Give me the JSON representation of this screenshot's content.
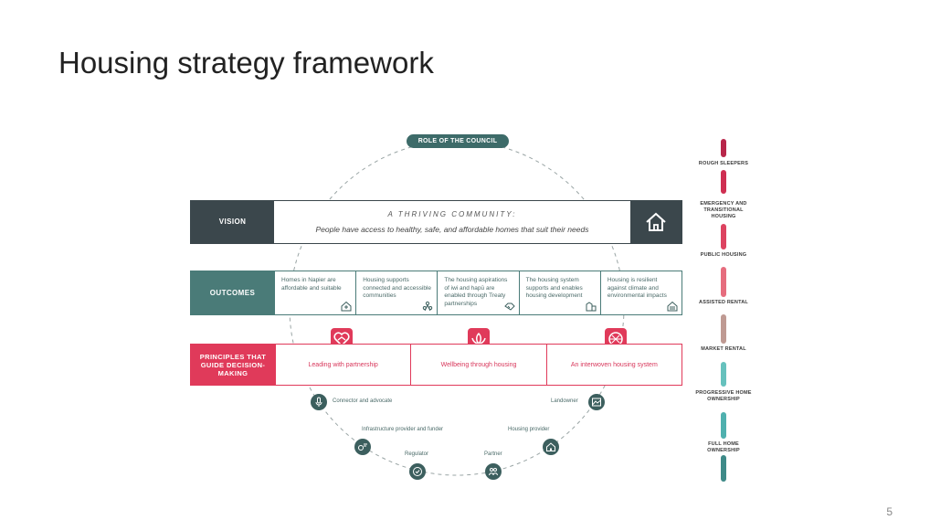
{
  "page": {
    "title": "Housing strategy framework",
    "page_number": "5"
  },
  "role_pill": "ROLE OF THE COUNCIL",
  "vision": {
    "label": "VISION",
    "heading": "A THRIVING COMMUNITY:",
    "statement": "People have access to healthy, safe, and affordable homes that suit their needs",
    "icon": "house-icon"
  },
  "outcomes": {
    "label": "OUTCOMES",
    "items": [
      {
        "text": "Homes in Napier are affordable and suitable",
        "icon": "house-plus-icon"
      },
      {
        "text": "Housing supports connected and accessible communities",
        "icon": "people-icon"
      },
      {
        "text": "The housing aspirations of iwi and hapū are enabled through Treaty partnerships",
        "icon": "handshake-icon"
      },
      {
        "text": "The housing system supports and enables housing development",
        "icon": "buildings-icon"
      },
      {
        "text": "Housing is resilient against climate and environmental impacts",
        "icon": "resilient-house-icon"
      }
    ]
  },
  "principles": {
    "label": "PRINCIPLES THAT GUIDE DECISION-MAKING",
    "items": [
      {
        "text": "Leading with partnership",
        "icon": "heart-hands-icon"
      },
      {
        "text": "Wellbeing through housing",
        "icon": "lotus-icon"
      },
      {
        "text": "An interwoven housing system",
        "icon": "woven-globe-icon"
      }
    ]
  },
  "roles": [
    {
      "text": "Connector and advocate",
      "icon": "microphone-icon"
    },
    {
      "text": "Landowner",
      "icon": "land-icon"
    },
    {
      "text": "Infrastructure provider and funder",
      "icon": "infrastructure-icon"
    },
    {
      "text": "Housing provider",
      "icon": "home-provider-icon"
    },
    {
      "text": "Regulator",
      "icon": "regulator-icon"
    },
    {
      "text": "Partner",
      "icon": "partner-icon"
    }
  ],
  "continuum": {
    "items": [
      {
        "text": "ROUGH SLEEPERS",
        "color": "#b8264a"
      },
      {
        "text": "EMERGENCY AND TRANSITIONAL HOUSING",
        "color": "#cf2f52"
      },
      {
        "text": "PUBLIC HOUSING",
        "color": "#dd4360"
      },
      {
        "text": "ASSISTED RENTAL",
        "color": "#e66d7e"
      },
      {
        "text": "MARKET RENTAL",
        "color": "#bf9a93"
      },
      {
        "text": "PROGRESSIVE HOME OWNERSHIP",
        "color": "#66c1bd"
      },
      {
        "text": "FULL HOME OWNERSHIP",
        "color": "#4fb0ae"
      }
    ],
    "end_color": "#3e8a88"
  },
  "colors": {
    "dark": "#3b474c",
    "teal": "#4a7b78",
    "red": "#e03a5a"
  }
}
